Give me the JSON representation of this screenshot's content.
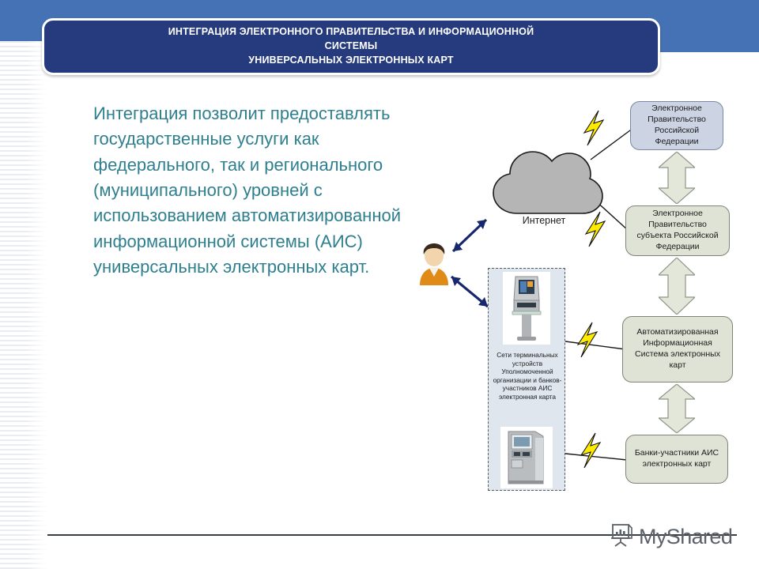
{
  "slide": {
    "title": "ИНТЕГРАЦИЯ ЭЛЕКТРОННОГО ПРАВИТЕЛЬСТВА И ИНФОРМАЦИОННОЙ СИСТЕМЫ УНИВЕРСАЛЬНЫХ ЭЛЕКТРОННЫХ КАРТ",
    "title_lines": [
      "ИНТЕГРАЦИЯ ЭЛЕКТРОННОГО ПРАВИТЕЛЬСТВА И ИНФОРМАЦИОННОЙ",
      "СИСТЕМЫ",
      "УНИВЕРСАЛЬНЫХ ЭЛЕКТРОННЫХ КАРТ"
    ],
    "body_text": "Интеграция позволит предоставлять государственные услуги как федерального, так и регионального (муниципального) уровней с использованием автоматизированной информационной системы (АИС) универсальных электронных карт."
  },
  "diagram": {
    "cloud_label": "Интернет",
    "nodes": [
      {
        "id": "eg-rf",
        "label": "Электронное Правительство Российской Федерации"
      },
      {
        "id": "eg-subj",
        "label": "Электронное Правительство субъекта Российской Федерации"
      },
      {
        "id": "ais",
        "label": "Автоматизированная Информационная Система электронных карт"
      },
      {
        "id": "banks",
        "label": "Банки-участники АИС электронных карт"
      }
    ],
    "terminal_group": {
      "caption": "Сети терминальных устройств Уполномоченной организации и банков-участников АИС электронная карта",
      "devices": [
        "payment-kiosk",
        "atm-machine"
      ]
    },
    "actor": "citizen-user",
    "connector_icons": [
      "lightning-bolt",
      "lightning-bolt",
      "lightning-bolt",
      "lightning-bolt"
    ],
    "arrows": [
      "double-headed-vertical-arrow",
      "double-headed-vertical-arrow",
      "double-headed-vertical-arrow"
    ]
  },
  "footer": {
    "brand_name": "MyShared",
    "brand_icon": "presentation-board-icon"
  },
  "colors": {
    "banner_bg": "#263b7d",
    "top_band": "#4472b4",
    "body_text": "#2e7f8f",
    "node_fill": "#dfe3d6",
    "node_top_fill": "#ccd4e4",
    "arrow_fill": "#e3e7da",
    "bolt": "#ffeb00",
    "dashed_box_fill": "#dfe6ee",
    "connector": "#1f3f8f"
  }
}
